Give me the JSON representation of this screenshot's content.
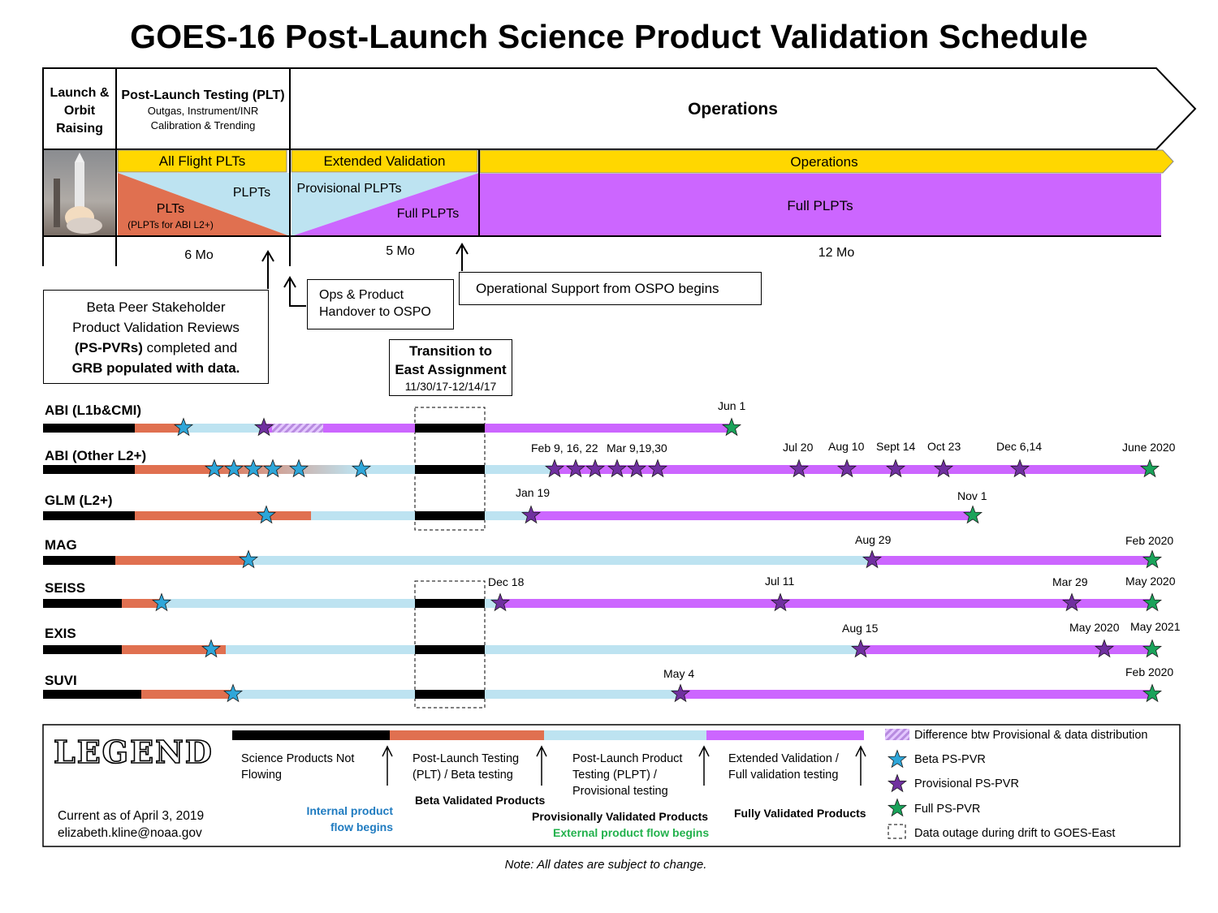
{
  "title": "GOES-16 Post-Launch Science Product Validation Schedule",
  "colors": {
    "not_flowing": "#000000",
    "plt_beta": "#E07050",
    "plpt_provisional": "#BDE3F1",
    "extended_full": "#CC66FF",
    "header_yellow": "#FFD700",
    "beta_star": "#2EA6D9",
    "provisional_star": "#7030A0",
    "full_star": "#1AA35A"
  },
  "phases": {
    "launch": "Launch & Orbit Raising",
    "plt_title": "Post-Launch Testing (PLT)",
    "plt_sub": "Outgas, Instrument/INR Calibration & Trending",
    "operations_title": "Operations",
    "bar1": "All Flight PLTs",
    "bar2": "Extended Validation",
    "bar3": "Operations",
    "plpts1": "PLPTs",
    "plts": "PLTs",
    "plts_note": "(PLPTs for ABI L2+)",
    "prov_plpts": "Provisional PLPTs",
    "full_plpts1": "Full PLPTs",
    "full_plpts2": "Full PLPTs",
    "dur1": "6 Mo",
    "dur2": "5 Mo",
    "dur3": "12 Mo"
  },
  "callouts": {
    "beta_line1": "Beta Peer Stakeholder",
    "beta_line2": "Product Validation Reviews",
    "beta_line3_bold": "(PS-PVRs)",
    "beta_line3_rest": " completed and",
    "beta_line4": "GRB populated with data.",
    "handover_line1": "Ops & Product",
    "handover_line2": "Handover to OSPO",
    "ospo": "Operational Support from OSPO begins",
    "transition_line1": "Transition to",
    "transition_line2": "East Assignment",
    "transition_dates": "11/30/17-12/14/17"
  },
  "rows": [
    {
      "name": "ABI (L1b&CMI)"
    },
    {
      "name": "ABI (Other L2+)"
    },
    {
      "name": "GLM (L2+)"
    },
    {
      "name": "MAG"
    },
    {
      "name": "SEISS"
    },
    {
      "name": "EXIS"
    },
    {
      "name": "SUVI"
    }
  ],
  "date_labels": {
    "abi1_full": "Jun 1",
    "abi2_prov1": "Feb 9, 16, 22",
    "abi2_prov2": "Mar 9,19,30",
    "abi2_jul": "Jul 20",
    "abi2_aug": "Aug 10",
    "abi2_sep": "Sept 14",
    "abi2_oct": "Oct 23",
    "abi2_dec": "Dec 6,14",
    "abi2_full": "June 2020",
    "glm_prov": "Jan 19",
    "glm_full": "Nov 1",
    "mag_prov": "Aug 29",
    "mag_full": "Feb 2020",
    "seiss_prov": "Dec 18",
    "seiss_jul": "Jul 11",
    "seiss_mar": "Mar 29",
    "seiss_full": "May 2020",
    "exis_prov": "Aug 15",
    "exis_may": "May 2020",
    "exis_full": "May 2021",
    "suvi_prov": "May 4",
    "suvi_full": "Feb 2020"
  },
  "legend": {
    "title": "LEGEND",
    "current": "Current as of April 3, 2019",
    "email": "elizabeth.kline@noaa.gov",
    "seg1_l1": "Science Products Not",
    "seg1_l2": "Flowing",
    "seg2_l1": "Post-Launch Testing",
    "seg2_l2": "(PLT) / Beta testing",
    "seg3_l1": "Post-Launch Product",
    "seg3_l2": "Testing (PLPT) /",
    "seg3_l3": "Provisional testing",
    "seg4_l1": "Extended Validation /",
    "seg4_l2": "Full validation testing",
    "internal_l1": "Internal product",
    "internal_l2": "flow begins",
    "beta_validated": "Beta Validated Products",
    "prov_validated": "Provisionally Validated Products",
    "external": "External product flow begins",
    "fully_validated": "Fully Validated Products",
    "diff": "Difference btw Provisional & data distribution",
    "beta_pvr": "Beta PS-PVR",
    "prov_pvr": "Provisional PS-PVR",
    "full_pvr": "Full PS-PVR",
    "outage": "Data outage during drift to GOES-East"
  },
  "note": "Note: All dates are subject to change."
}
